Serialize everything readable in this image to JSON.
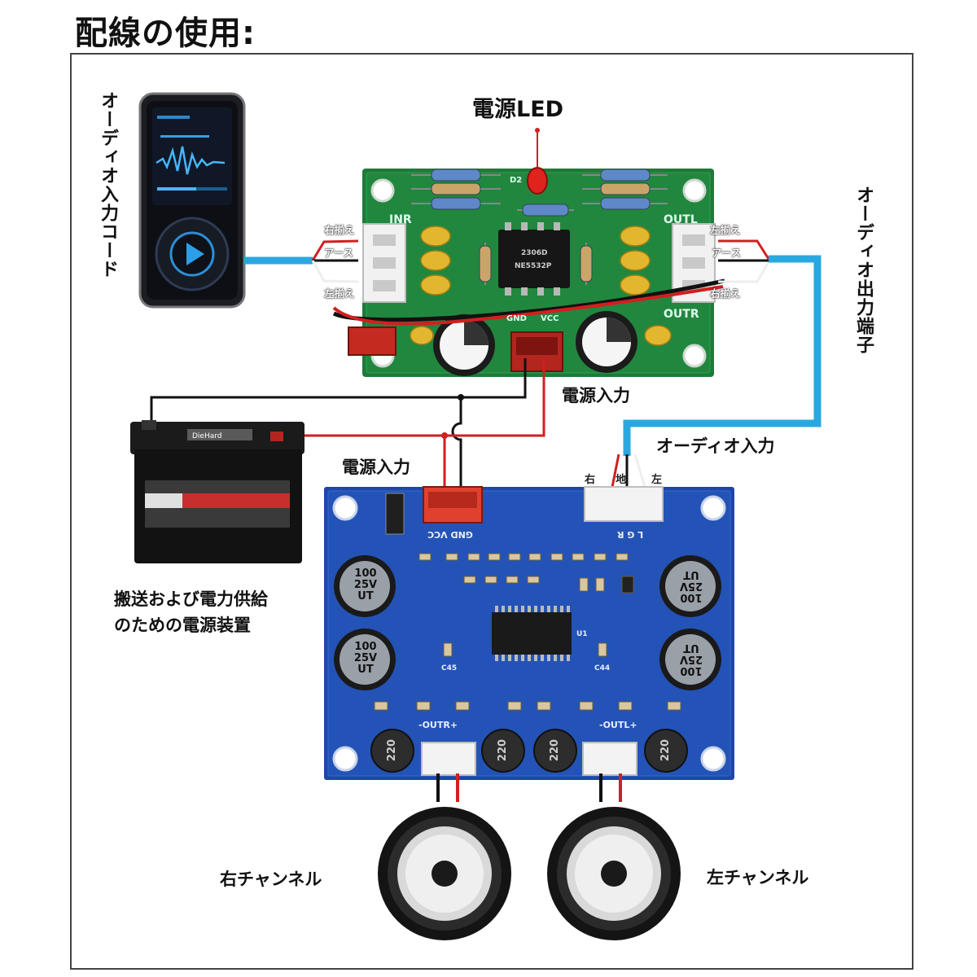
{
  "title": "配線の使用:",
  "labels": {
    "audio_input_cord": "オーディオ入力コード",
    "audio_output_terminal": "オーディオ出力端子",
    "power_led": "電源LED",
    "power_input_top": "電源入力",
    "power_input_bottom": "電源入力",
    "audio_input": "オーディオ入力",
    "battery_caption_line1": "搬送および電力供給",
    "battery_caption_line2": "のための電源装置",
    "right_channel": "右チャンネル",
    "left_channel": "左チャンネル"
  },
  "preamp_connectors": {
    "input_right": "右揃え",
    "input_ground": "アース",
    "input_left": "左揃え",
    "output_left": "左揃え",
    "output_ground": "アース",
    "output_right": "右揃え"
  },
  "amp_input_pins": {
    "right": "右",
    "ground": "地",
    "left": "左"
  },
  "preamp_silkscreen": {
    "inr": "INR",
    "outl": "OUTL",
    "outr": "OUTR",
    "gnd": "GND",
    "vcc": "VCC",
    "led": "D2",
    "chip": "NE5532P",
    "chip_code": "2306D"
  },
  "amp_silkscreen": {
    "gnd_vcc": "GND VCC",
    "lgr": "L G R",
    "outr": "-OUTR+",
    "outl": "-OUTL+",
    "cap_top": "100\n25V\nUT",
    "cap_value": "100",
    "cap_voltage": "25V",
    "cap_brand": "UT",
    "inductor": "220",
    "c45": "C45",
    "c44": "C44",
    "u1": "U1"
  },
  "battery": {
    "brand": "DieHard"
  },
  "colors": {
    "wire_black": "#111111",
    "wire_red": "#d21f1f",
    "wire_blue": "#29a8e0",
    "preamp_pcb": "#1e7a3a",
    "amp_pcb": "#1f47a8",
    "frame": "#333333"
  }
}
